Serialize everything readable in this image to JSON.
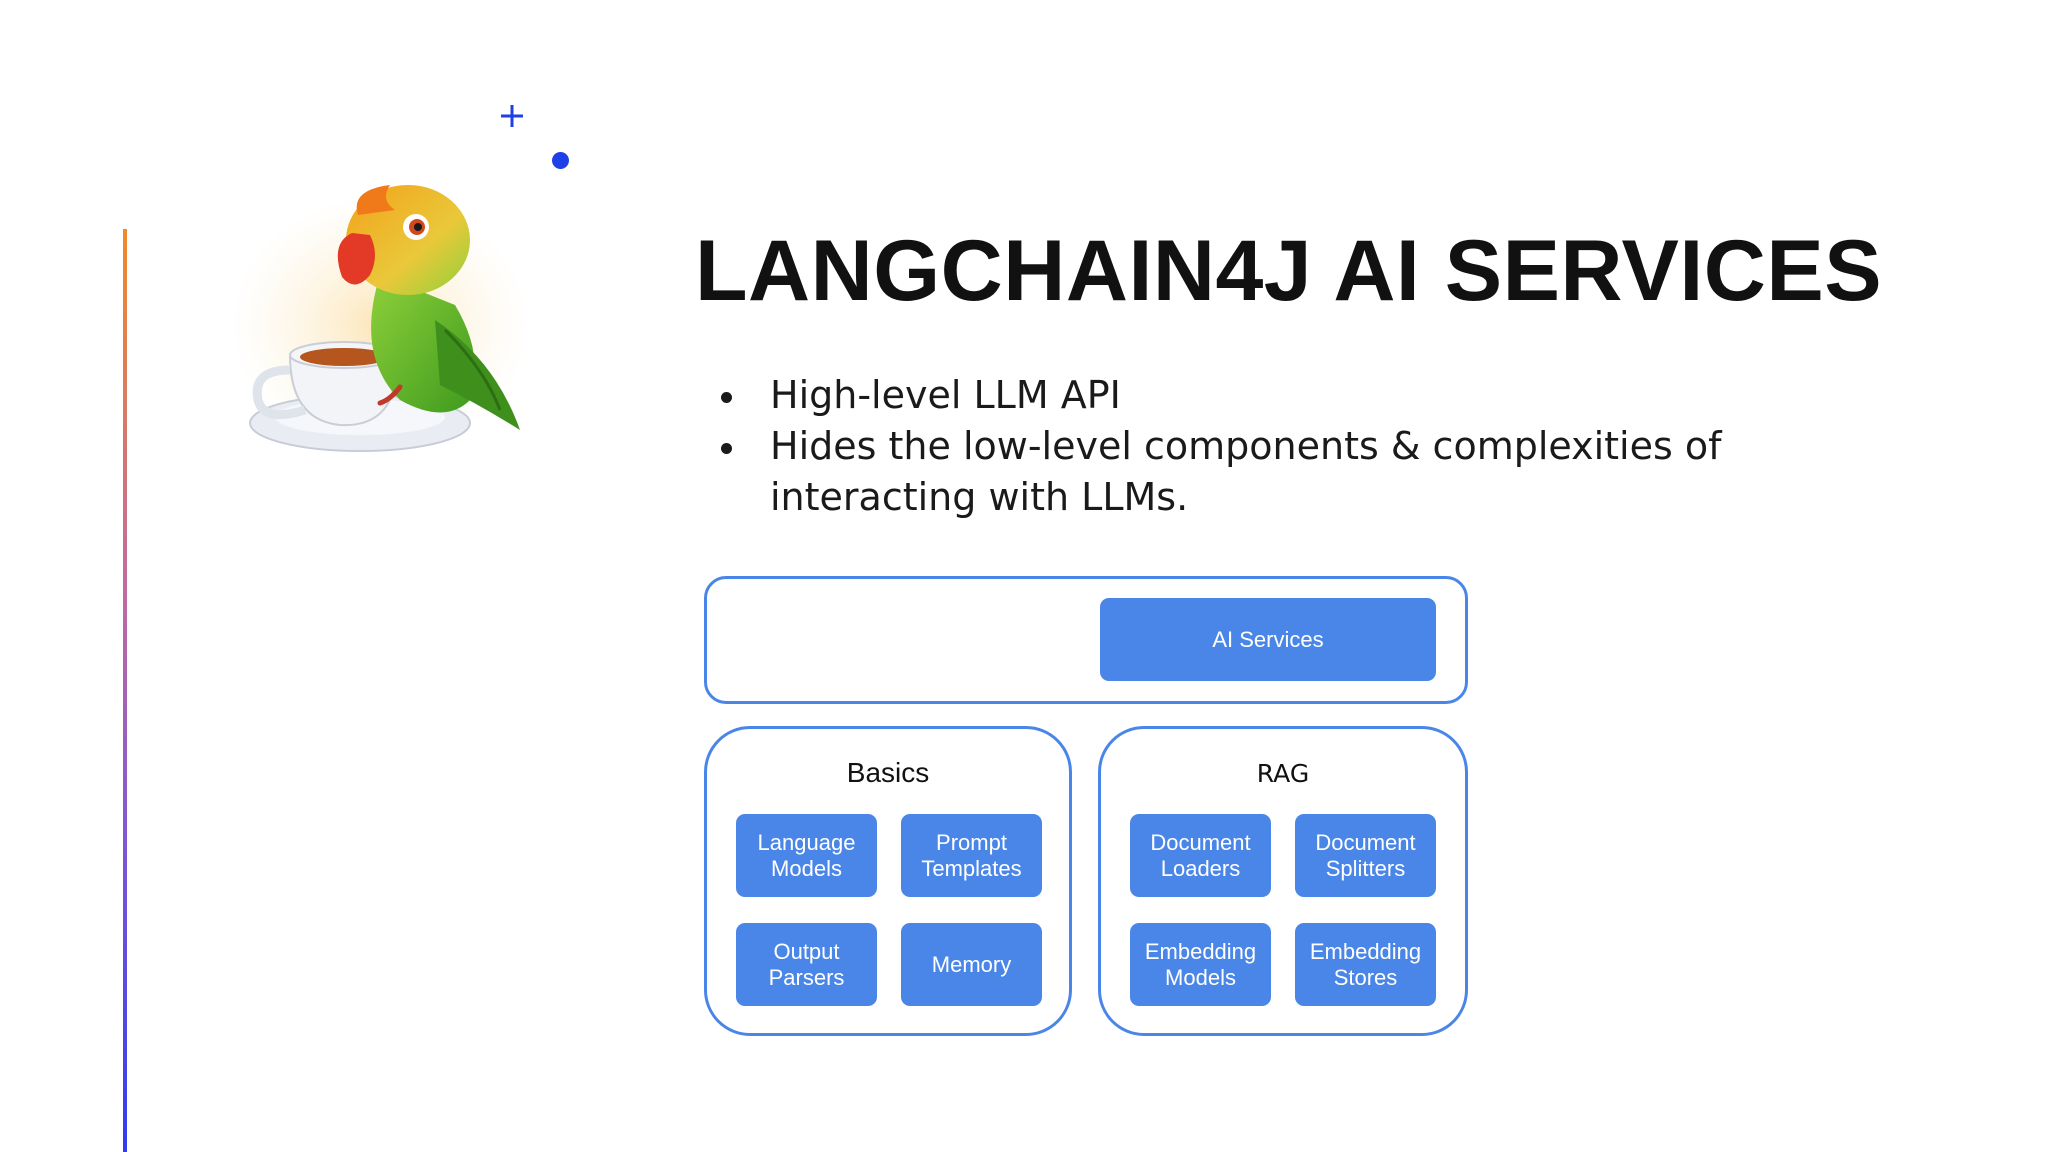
{
  "slide": {
    "title": "LANGCHAIN4J AI SERVICES",
    "bullets": [
      "High-level LLM API",
      "Hides the low-level components & complexities of interacting with LLMs."
    ]
  },
  "decorations": {
    "accent_gradient": [
      "#f08a2a",
      "#c06aa2",
      "#7c55d6",
      "#2f3cf0"
    ],
    "sparkle_color": "#1f40e8",
    "mascot": "parrot-with-teacup"
  },
  "diagram": {
    "box_color": "#4a86e8",
    "top": {
      "box": "AI Services"
    },
    "basics": {
      "label": "Basics",
      "boxes": [
        "Language\nModels",
        "Prompt\nTemplates",
        "Output\nParsers",
        "Memory"
      ]
    },
    "rag": {
      "label": "RAG",
      "boxes": [
        "Document\nLoaders",
        "Document\nSplitters",
        "Embedding\nModels",
        "Embedding\nStores"
      ]
    }
  }
}
